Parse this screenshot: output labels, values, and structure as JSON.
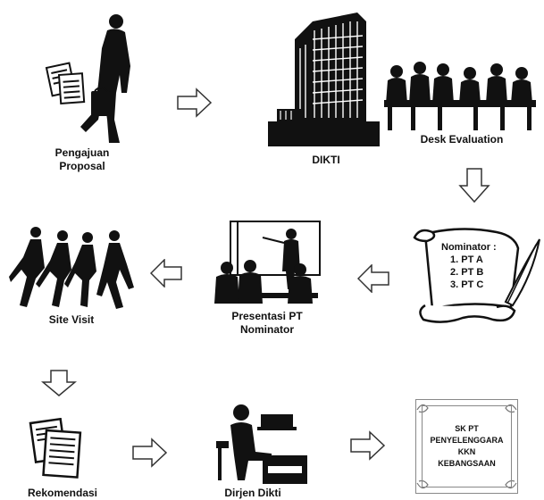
{
  "steps": {
    "pengajuan": {
      "line1": "Pengajuan",
      "line2": "Proposal",
      "icon": "businessman-with-documents-icon"
    },
    "dikti": {
      "label": "DIKTI",
      "icon": "office-building-icon"
    },
    "desk": {
      "label": "Desk Evaluation",
      "icon": "meeting-table-icon"
    },
    "nominator": {
      "title": "Nominator :",
      "items": [
        "1.  PT A",
        "2.  PT B",
        "3.  PT C"
      ],
      "icon": "scroll-with-quill-icon"
    },
    "presentasi": {
      "line1": "Presentasi PT",
      "line2": "Nominator",
      "icon": "presentation-audience-icon"
    },
    "site_visit": {
      "label": "Site Visit",
      "icon": "walking-group-icon"
    },
    "rekomendasi": {
      "label": "Rekomendasi",
      "icon": "document-stack-icon"
    },
    "dirjen": {
      "label": "Dirjen Dikti",
      "icon": "person-at-desk-icon"
    },
    "sk": {
      "line1": "SK  PT",
      "line2": "PENYELENGGARA",
      "line3": "KKN",
      "line4": "KEBANGSAAN",
      "icon": "certificate-frame-icon"
    }
  },
  "colors": {
    "ink": "#111111",
    "arrow_fill": "#ffffff",
    "arrow_stroke": "#333333"
  }
}
